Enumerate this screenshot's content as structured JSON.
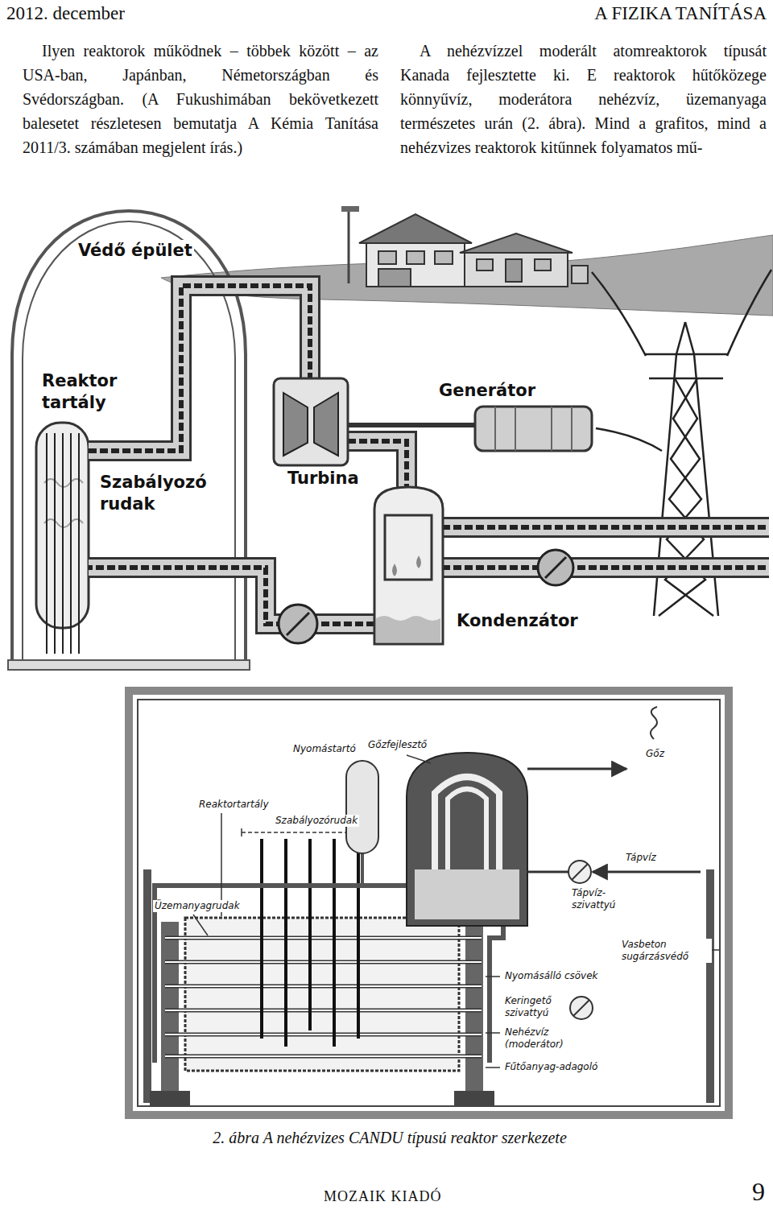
{
  "diagram": {
    "caption": "2. ábra A nehézvizes CANDU típusú reaktor szerkezete",
    "labels": [
      "2012. december",
      "A FIZIKA TANÍTÁSA",
      "Ilyen reaktorok működnek – többek között – az USA-ban, Japánban, Németországban és Svédországban. (A Fukushimában bekövetkezett balesetet részletesen bemutatja A Kémia Tanítása 2011/3. számában megjelent írás.)",
      "A nehézvízzel moderált atomreaktorok típusát Kanada fejlesztette ki. E reaktorok hűtőközege könnyűvíz, moderátora nehézvíz, üzemanyaga természetes urán (2. ábra). Mind a grafitos, mind a nehézvizes reaktorok kitűnnek folyamatos mű-",
      "Védő épület",
      "Reaktor tartály",
      "Generátor",
      "Turbina",
      "Szabályozó rudak",
      "Kondenzátor",
      "Nyomástartó",
      "Gőzfejlesztő",
      "Gőz",
      "Reaktortartály",
      "Szabályozórudak",
      "Tápvíz",
      "Üzemanyagrudak",
      "Tápvíz-szivattyú",
      "Vasbeton sugárzásvédő",
      "Nyomásálló csövek",
      "Keringető szivattyú",
      "Nehézvíz (moderátor)",
      "Fűtőanyag-adagoló",
      "MOZAIK KIADÓ",
      "9"
    ]
  }
}
